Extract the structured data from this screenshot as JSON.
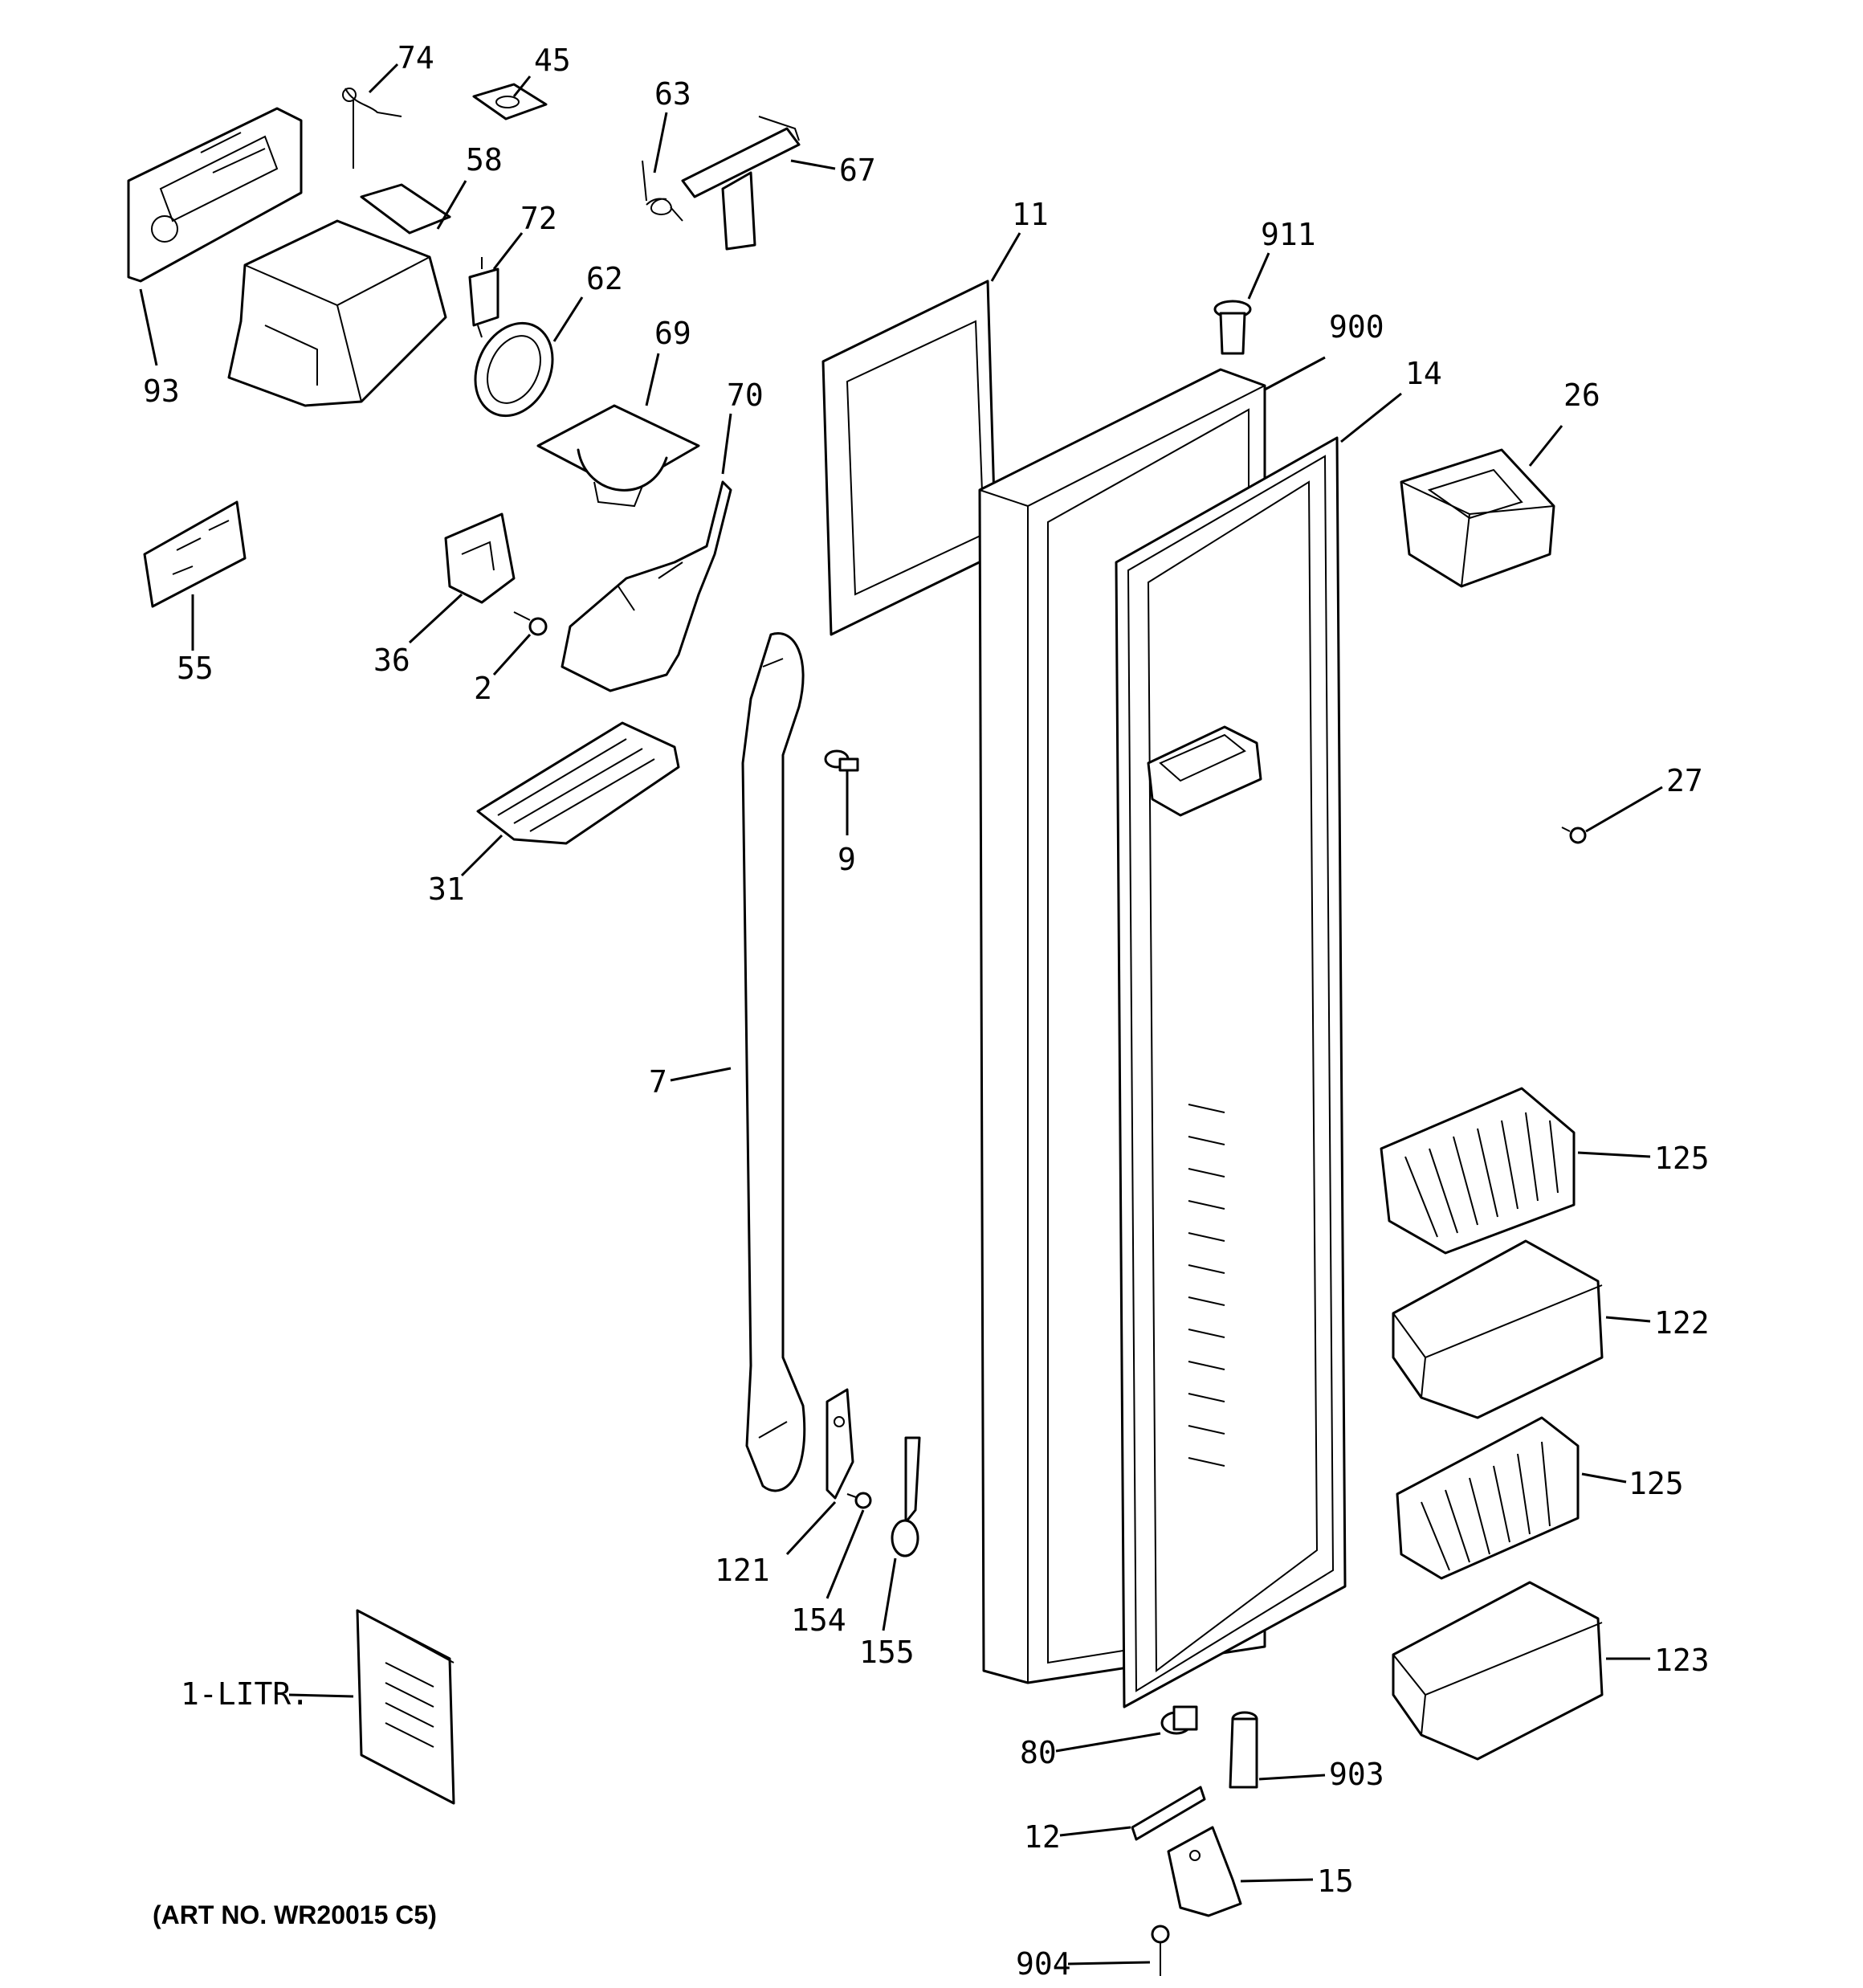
{
  "labels": {
    "l74": "74",
    "l45": "45",
    "l63": "63",
    "l67": "67",
    "l58": "58",
    "l72": "72",
    "l93": "93",
    "l62": "62",
    "l69": "69",
    "l70": "70",
    "l11": "11",
    "l911": "911",
    "l900": "900",
    "l14": "14",
    "l26": "26",
    "l55": "55",
    "l36": "36",
    "l2": "2",
    "l9": "9",
    "l31": "31",
    "l27": "27",
    "l7": "7",
    "l125a": "125",
    "l122": "122",
    "l125b": "125",
    "l121": "121",
    "l154": "154",
    "l155": "155",
    "l123": "123",
    "l1litr": "1-LITR.",
    "l80": "80",
    "l903": "903",
    "l12": "12",
    "l15": "15",
    "l904": "904"
  },
  "art_no": "(ART NO. WR20015 C5)"
}
